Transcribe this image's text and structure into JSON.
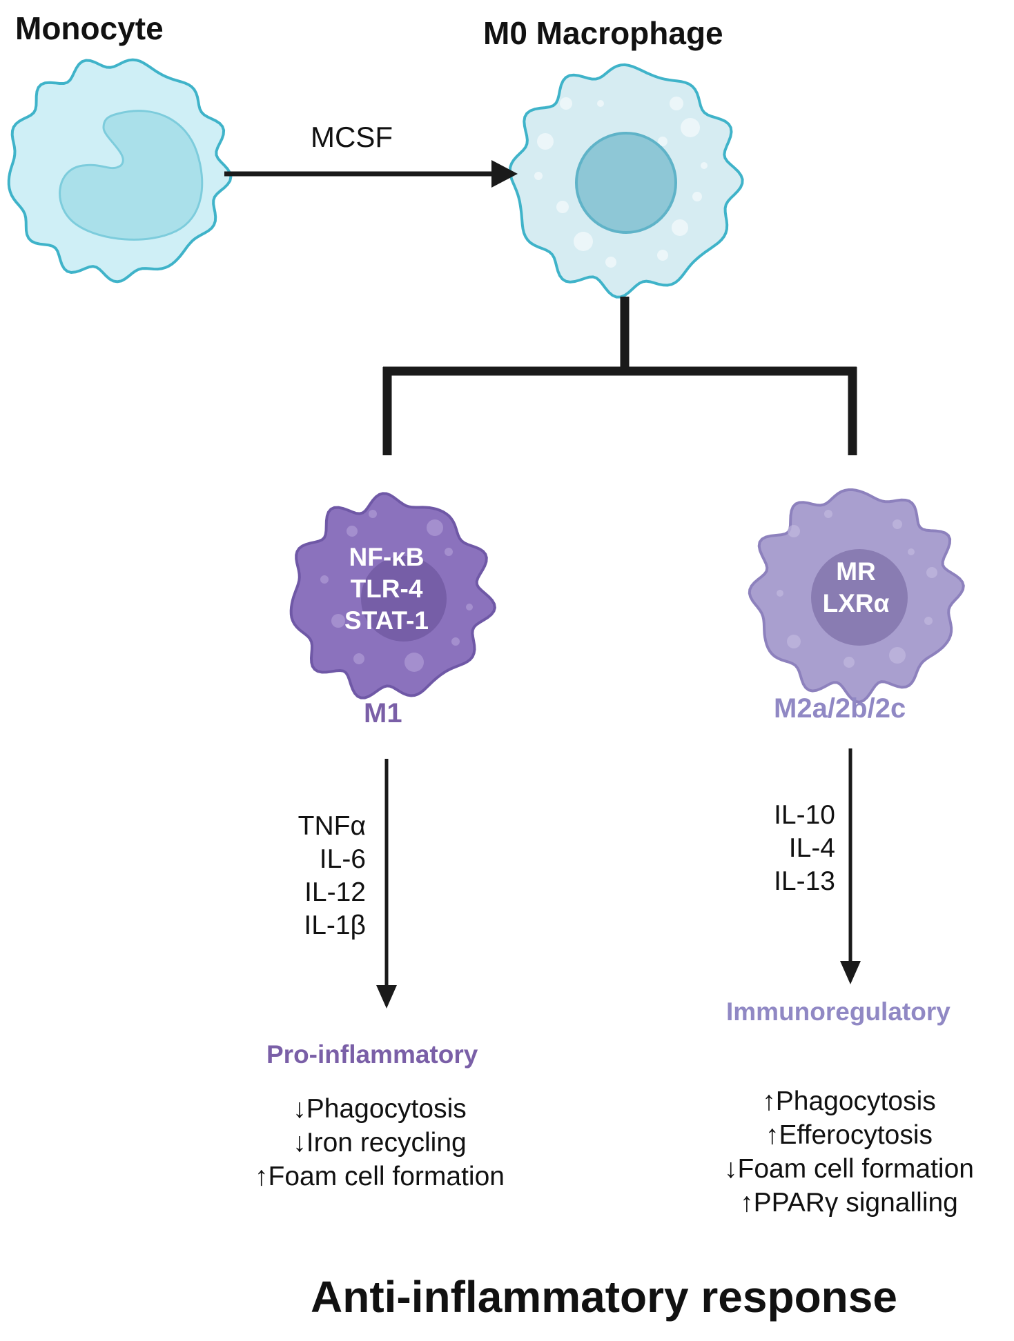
{
  "colors": {
    "cell_cyan_fill": "#cfeff6",
    "cell_cyan_stroke": "#3fb3c9",
    "nucleus_cyan": "#a9e0ea",
    "m0_fill": "#d6ecf2",
    "m0_nucleus": "#8ec7d6",
    "m1_fill": "#8b72bd",
    "m1_stroke": "#6f58a6",
    "m1_nucleus": "#725aa3",
    "m2_fill": "#a99fcf",
    "m2_stroke": "#8d81bd",
    "m2_nucleus": "#8475ad",
    "m1_label": "#7a5fa7",
    "m2_label": "#9088c4",
    "line": "#1a1a1a"
  },
  "stages": {
    "monocyte": {
      "title": "Monocyte",
      "icon": "monocyte-cell-icon"
    },
    "m0": {
      "title": "M0 Macrophage",
      "icon": "m0-macrophage-cell-icon"
    },
    "transition_label": "MCSF"
  },
  "m1": {
    "markers": [
      "NF-κB",
      "TLR-4",
      "STAT-1"
    ],
    "name": "M1",
    "cytokines": [
      "TNFα",
      "IL-6",
      "IL-12",
      "IL-1β"
    ],
    "outcome": "Pro-inflammatory",
    "effects": [
      "↓Phagocytosis",
      "↓Iron recycling",
      "↑Foam cell formation"
    ]
  },
  "m2": {
    "markers": [
      "MR",
      "LXRα"
    ],
    "name": "M2a/2b/2c",
    "cytokines": [
      "IL-10",
      "IL-4",
      "IL-13"
    ],
    "outcome": "Immunoregulatory",
    "effects": [
      "↑Phagocytosis",
      "↑Efferocytosis",
      "↓Foam cell formation",
      "↑PPARγ signalling"
    ]
  },
  "footer": {
    "title": "Anti-inflammatory response"
  }
}
